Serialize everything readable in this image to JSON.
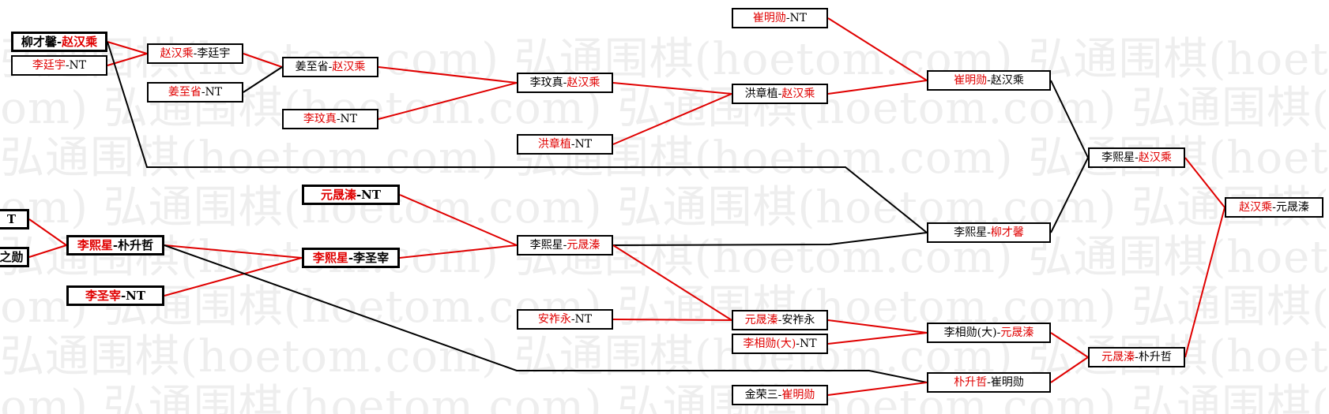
{
  "watermark": "弘通围棋(hoetom.com)",
  "colors": {
    "winner_line": "#e00000",
    "line": "#000000"
  },
  "boxes": [
    {
      "id": "b1",
      "parts": [
        [
          "柳才馨",
          "k"
        ],
        [
          "-",
          "k"
        ],
        [
          "赵汉乘",
          "r"
        ]
      ],
      "bold": true
    },
    {
      "id": "b2",
      "parts": [
        [
          "李廷宇",
          "r"
        ],
        [
          "-NT",
          "k"
        ]
      ]
    },
    {
      "id": "b3",
      "parts": [
        [
          "赵汉乘",
          "r"
        ],
        [
          "-李廷宇",
          "k"
        ]
      ]
    },
    {
      "id": "b4",
      "parts": [
        [
          "姜至省",
          "r"
        ],
        [
          "-NT",
          "k"
        ]
      ]
    },
    {
      "id": "b5",
      "parts": [
        [
          "姜至省-",
          "k"
        ],
        [
          "赵汉乘",
          "r"
        ]
      ]
    },
    {
      "id": "b6",
      "parts": [
        [
          "李玟真",
          "r"
        ],
        [
          "-NT",
          "k"
        ]
      ]
    },
    {
      "id": "b7",
      "parts": [
        [
          "李玟真-",
          "k"
        ],
        [
          "赵汉乘",
          "r"
        ]
      ]
    },
    {
      "id": "b8",
      "parts": [
        [
          "洪章植",
          "r"
        ],
        [
          "-NT",
          "k"
        ]
      ]
    },
    {
      "id": "b9",
      "parts": [
        [
          "洪章植-",
          "k"
        ],
        [
          "赵汉乘",
          "r"
        ]
      ]
    },
    {
      "id": "b10",
      "parts": [
        [
          "崔明勋",
          "r"
        ],
        [
          "-NT",
          "k"
        ]
      ]
    },
    {
      "id": "b11",
      "parts": [
        [
          "崔明勋",
          "r"
        ],
        [
          "-赵汉乘",
          "k"
        ]
      ]
    },
    {
      "id": "b12",
      "parts": [
        [
          "李熙星-",
          "k"
        ],
        [
          "赵汉乘",
          "r"
        ]
      ]
    },
    {
      "id": "b13",
      "parts": [
        [
          "赵汉乘",
          "r"
        ],
        [
          "-元晟溱",
          "k"
        ]
      ]
    },
    {
      "id": "b14",
      "parts": [
        [
          "T",
          "k"
        ]
      ],
      "bold": true
    },
    {
      "id": "b15",
      "parts": [
        [
          "之勋",
          "k"
        ]
      ],
      "bold": true
    },
    {
      "id": "b16",
      "parts": [
        [
          "李熙星",
          "r"
        ],
        [
          "-朴升哲",
          "k"
        ]
      ],
      "bold": true
    },
    {
      "id": "b17",
      "parts": [
        [
          "李圣宰",
          "r"
        ],
        [
          "-NT",
          "k"
        ]
      ],
      "bold": true
    },
    {
      "id": "b18",
      "parts": [
        [
          "元晟溱",
          "r"
        ],
        [
          "-NT",
          "k"
        ]
      ],
      "bold": true
    },
    {
      "id": "b19",
      "parts": [
        [
          "李熙星",
          "r"
        ],
        [
          "-李圣宰",
          "k"
        ]
      ],
      "bold": true
    },
    {
      "id": "b20",
      "parts": [
        [
          "李熙星-",
          "k"
        ],
        [
          "元晟溱",
          "r"
        ]
      ]
    },
    {
      "id": "b21",
      "parts": [
        [
          "李熙星-",
          "k"
        ],
        [
          "柳才馨",
          "r"
        ]
      ]
    },
    {
      "id": "b22",
      "parts": [
        [
          "安祚永",
          "r"
        ],
        [
          "-NT",
          "k"
        ]
      ]
    },
    {
      "id": "b23",
      "parts": [
        [
          "元晟溱",
          "r"
        ],
        [
          "-安祚永",
          "k"
        ]
      ]
    },
    {
      "id": "b24",
      "parts": [
        [
          "李相勋(大)",
          "r"
        ],
        [
          "-NT",
          "k"
        ]
      ]
    },
    {
      "id": "b25",
      "parts": [
        [
          "李相勋(大)-",
          "k"
        ],
        [
          "元晟溱",
          "r"
        ]
      ]
    },
    {
      "id": "b26",
      "parts": [
        [
          "元晟溱",
          "r"
        ],
        [
          "-朴升哲",
          "k"
        ]
      ]
    },
    {
      "id": "b27",
      "parts": [
        [
          "朴升哲",
          "r"
        ],
        [
          "-崔明勋",
          "k"
        ]
      ]
    },
    {
      "id": "b28",
      "parts": [
        [
          "金荣三-",
          "k"
        ],
        [
          "崔明勋",
          "r"
        ]
      ]
    }
  ]
}
